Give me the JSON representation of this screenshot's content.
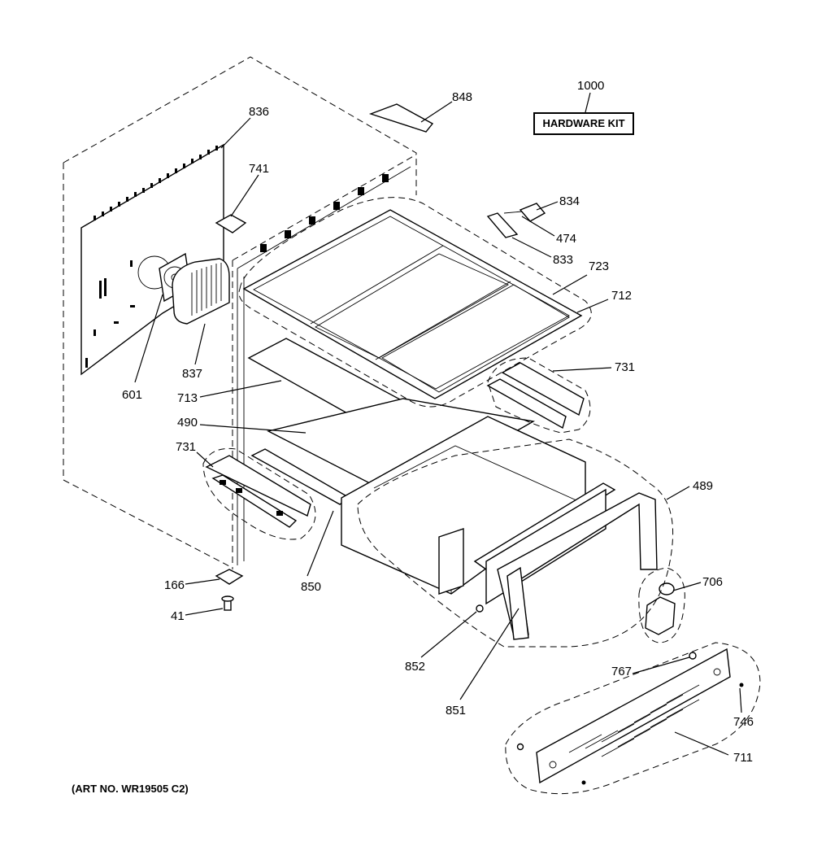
{
  "diagram": {
    "caption": "(ART NO. WR19505 C2)",
    "hardware_kit": {
      "number": "1000",
      "label": "HARDWARE KIT"
    },
    "callouts": {
      "c836": "836",
      "c848": "848",
      "c741": "741",
      "c834": "834",
      "c474": "474",
      "c833": "833",
      "c723": "723",
      "c712": "712",
      "c601": "601",
      "c837": "837",
      "c713": "713",
      "c731a": "731",
      "c490": "490",
      "c731b": "731",
      "c489": "489",
      "c166": "166",
      "c850": "850",
      "c41": "41",
      "c706": "706",
      "c852": "852",
      "c767": "767",
      "c851": "851",
      "c746": "746",
      "c711": "711"
    }
  }
}
